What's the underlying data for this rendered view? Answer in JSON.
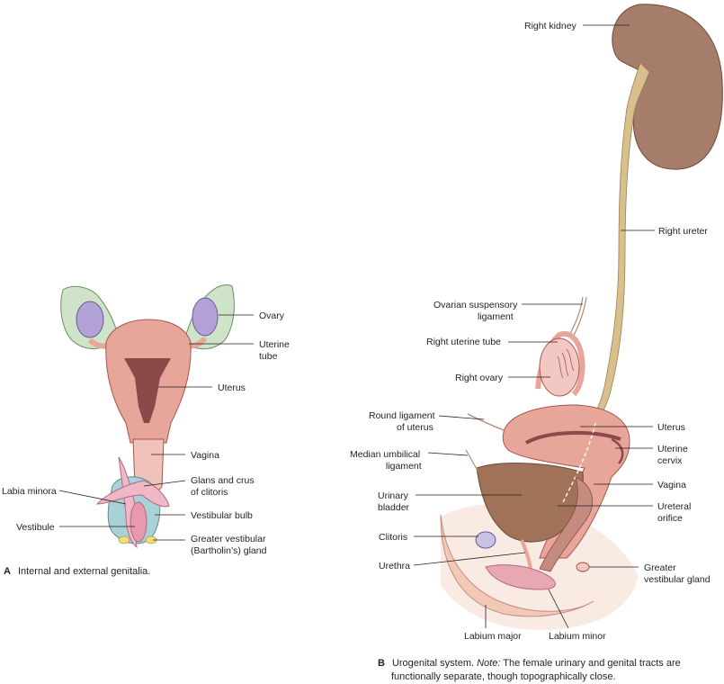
{
  "panel_a": {
    "letter": "A",
    "caption": "Internal and external genitalia.",
    "labels": {
      "ovary": "Ovary",
      "uterine_tube_1": "Uterine",
      "uterine_tube_2": "tube",
      "uterus": "Uterus",
      "vagina": "Vagina",
      "glans_1": "Glans and crus",
      "glans_2": "of clitoris",
      "labia_minora": "Labia minora",
      "vestibular_bulb": "Vestibular bulb",
      "vestibule": "Vestibule",
      "gvg_1": "Greater vestibular",
      "gvg_2": "(Bartholin’s) gland"
    }
  },
  "panel_b": {
    "letter": "B",
    "caption_start": "Urogenital system.",
    "caption_note": "Note:",
    "caption_rest": "The female urinary and genital tracts are",
    "caption_line2": "functionally separate, though topographically close.",
    "labels": {
      "right_kidney": "Right kidney",
      "right_ureter": "Right ureter",
      "ovarian_susp_1": "Ovarian suspensory",
      "ovarian_susp_2": "ligament",
      "right_uterine_tube": "Right uterine tube",
      "right_ovary": "Right ovary",
      "round_lig_1": "Round ligament",
      "round_lig_2": "of uterus",
      "uterus": "Uterus",
      "median_umb_1": "Median umbilical",
      "median_umb_2": "ligament",
      "uterine_cervix_1": "Uterine",
      "uterine_cervix_2": "cervix",
      "urinary_bladder_1": "Urinary",
      "urinary_bladder_2": "bladder",
      "vagina": "Vagina",
      "ureteral_orifice_1": "Ureteral",
      "ureteral_orifice_2": "orifice",
      "clitoris": "Clitoris",
      "urethra": "Urethra",
      "gvg_1": "Greater",
      "gvg_2": "vestibular gland",
      "labium_major": "Labium major",
      "labium_minor": "Labium minor"
    }
  },
  "colors": {
    "uterus": "#e8a59a",
    "uterus_dark": "#8b4a4a",
    "ovary": "#b3a2d6",
    "tube_green": "#cfe3c8",
    "kidney": "#a67c6a",
    "ureter": "#d8c08e",
    "bladder": "#a07258",
    "bulb_blue": "#a9d1d8",
    "labia_pink": "#f0b8c6",
    "gland_yellow": "#f3dc7a"
  }
}
